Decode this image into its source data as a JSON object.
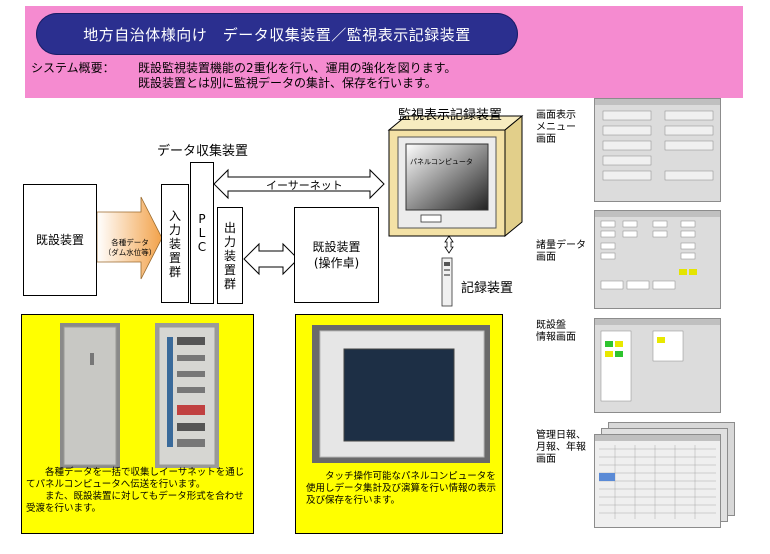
{
  "header": {
    "title": "地方自治体様向け　データ収集装置／監視表示記録装置",
    "overview_label": "システム概要：",
    "overview_line1": "既設監視装置機能の2重化を行い、運用の強化を図ります。",
    "overview_line2": "既設装置とは別に監視データの集計、保存を行います。"
  },
  "diagram": {
    "existing_device": "既設装置",
    "arrow_label_line1": "各種データ",
    "arrow_label_line2": "（ダム水位等）",
    "input_group": [
      "入",
      "力",
      "装",
      "置",
      "群"
    ],
    "plc": [
      "P",
      "L",
      "C"
    ],
    "output_group": [
      "出",
      "力",
      "装",
      "置",
      "群"
    ],
    "existing_console_line1": "既設装置",
    "existing_console_line2": "(操作卓)",
    "data_collection_label": "データ収集装置",
    "ethernet_label": "イーサーネット",
    "monitor_title": "監視表示記録装置",
    "panel_computer_label": "パネルコンピュータ",
    "recorder_label": "記録装置"
  },
  "panels": {
    "left_caption_1": "各種データを一括で収集しイーサネットを通じてパネルコンピュータへ伝送を行います。",
    "left_caption_2": "また、既設装置に対してもデータ形式を合わせ受渡を行います。",
    "right_caption": "タッチ操作可能なパネルコンピュータを使用しデータ集計及び演算を行い情報の表示及び保存を行います。"
  },
  "screens": {
    "menu_line1": "画面表示",
    "menu_line2": "メニュー",
    "menu_line3": "画面",
    "quantity_line1": "諸量データ",
    "quantity_line2": "画面",
    "existing_line1": "既設盤",
    "existing_line2": "情報画面",
    "report_line1": "管理日報、",
    "report_line2": "月報、年報",
    "report_line3": "画面"
  },
  "colors": {
    "header_pink": "#f58bd0",
    "title_navy": "#2b2f8f",
    "panel_yellow": "#ffff00",
    "cabinet_tan": "#f4e2a6"
  }
}
